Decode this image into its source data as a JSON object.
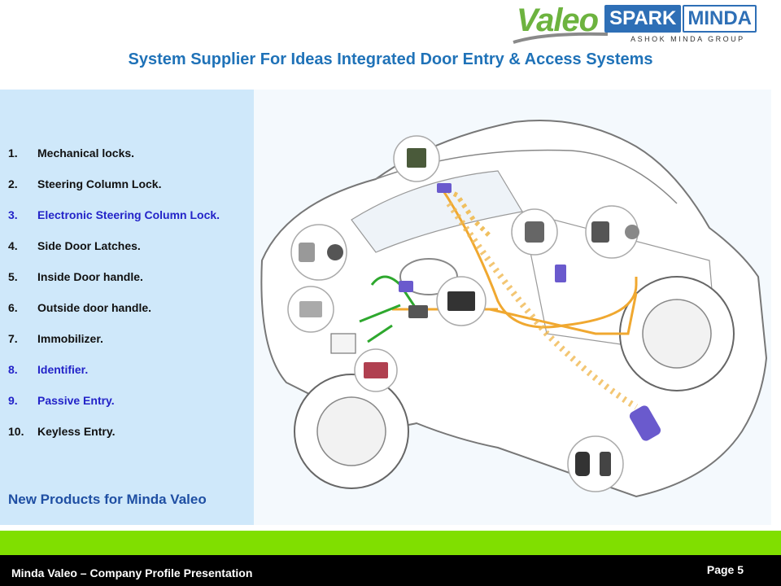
{
  "header": {
    "logo_valeo": "Valeo",
    "logo_spark": "SPARK",
    "logo_minda": "MINDA",
    "logo_group": "ASHOK MINDA GROUP",
    "title": "System Supplier For Ideas Integrated Door Entry & Access Systems"
  },
  "products": [
    {
      "num": "1.",
      "label": "Mechanical locks.",
      "highlight": false
    },
    {
      "num": "2.",
      "label": "Steering Column Lock.",
      "highlight": false
    },
    {
      "num": "3.",
      "label": "Electronic Steering Column Lock.",
      "highlight": true
    },
    {
      "num": "4.",
      "label": "Side Door Latches.",
      "highlight": false
    },
    {
      "num": "5.",
      "label": "Inside Door handle.",
      "highlight": false
    },
    {
      "num": "6.",
      "label": "Outside door handle.",
      "highlight": false
    },
    {
      "num": "7.",
      "label": "Immobilizer.",
      "highlight": false
    },
    {
      "num": "8.",
      "label": "Identifier.",
      "highlight": true
    },
    {
      "num": "9.",
      "label": "Passive Entry.",
      "highlight": true
    },
    {
      "num": "10.",
      "label": " Keyless Entry.",
      "highlight": false
    }
  ],
  "new_products_note": "New Products for Minda Valeo",
  "footer": {
    "left": "Minda Valeo – Company Profile Presentation",
    "page": "Page 5"
  },
  "colors": {
    "title": "#1f72b8",
    "panel": "#cfe8fa",
    "highlight": "#2323c8",
    "green_bar": "#80df00",
    "footer": "#000000",
    "wire_orange": "#f0a830",
    "wire_green": "#2ea82e",
    "component_purple": "#6a5acd"
  }
}
